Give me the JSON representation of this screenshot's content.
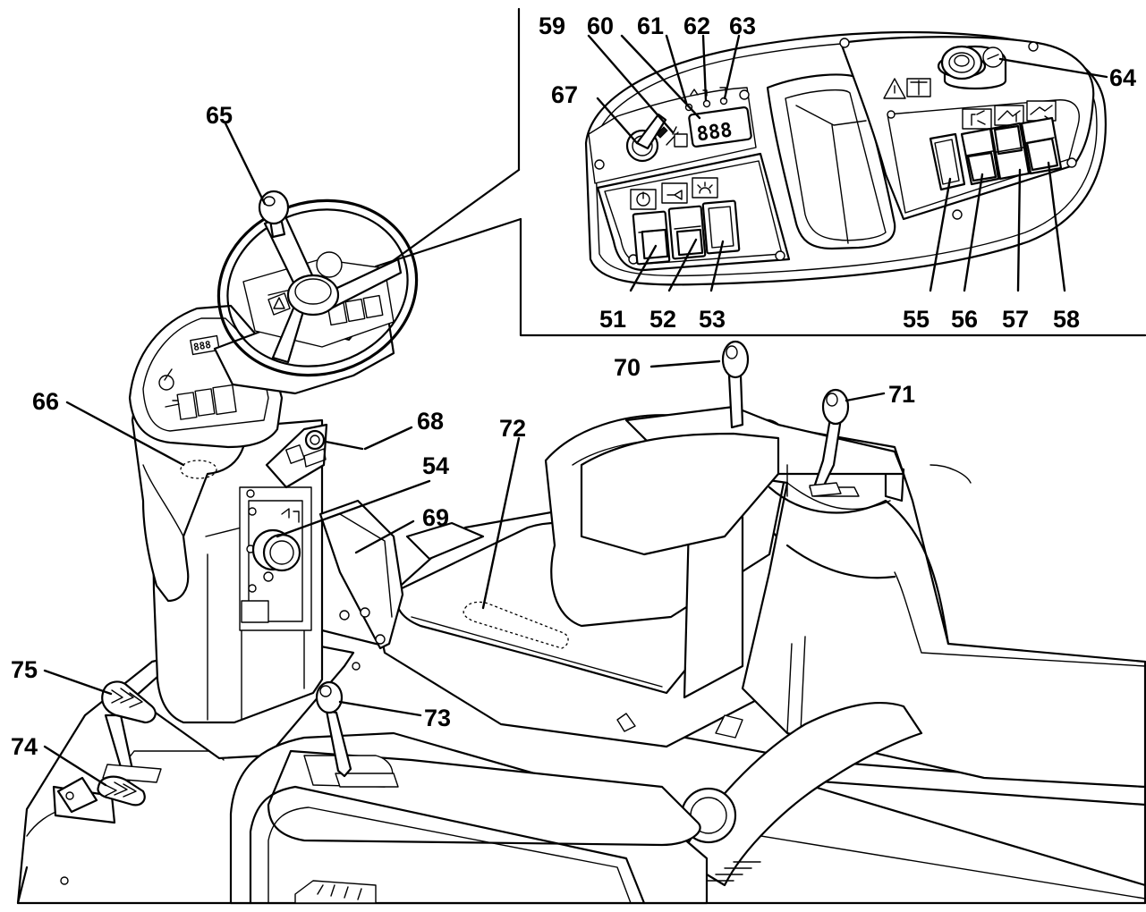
{
  "callouts": [
    {
      "id": "c51",
      "label": "51"
    },
    {
      "id": "c52",
      "label": "52"
    },
    {
      "id": "c53",
      "label": "53"
    },
    {
      "id": "c54",
      "label": "54"
    },
    {
      "id": "c55",
      "label": "55"
    },
    {
      "id": "c56",
      "label": "56"
    },
    {
      "id": "c57",
      "label": "57"
    },
    {
      "id": "c58",
      "label": "58"
    },
    {
      "id": "c59",
      "label": "59"
    },
    {
      "id": "c60",
      "label": "60"
    },
    {
      "id": "c61",
      "label": "61"
    },
    {
      "id": "c62",
      "label": "62"
    },
    {
      "id": "c63",
      "label": "63"
    },
    {
      "id": "c64",
      "label": "64"
    },
    {
      "id": "c65",
      "label": "65"
    },
    {
      "id": "c66",
      "label": "66"
    },
    {
      "id": "c67",
      "label": "67"
    },
    {
      "id": "c68",
      "label": "68"
    },
    {
      "id": "c69",
      "label": "69"
    },
    {
      "id": "c70",
      "label": "70"
    },
    {
      "id": "c71",
      "label": "71"
    },
    {
      "id": "c72",
      "label": "72"
    },
    {
      "id": "c73",
      "label": "73"
    },
    {
      "id": "c74",
      "label": "74"
    },
    {
      "id": "c75",
      "label": "75"
    }
  ],
  "display": {
    "digits": "888"
  },
  "icons": {
    "warning": "warning-triangle-icon",
    "manual": "read-manual-icon",
    "key": "ignition-key-icon",
    "horn": "horn-icon",
    "light": "work-light-icon",
    "power": "power-icon",
    "brush": "brush-icon",
    "lift": "lift-icon",
    "filter_shaker": "filter-shaker-icon",
    "emergency_stop": "emergency-stop-icon"
  },
  "colors": {
    "line": "#000000",
    "background": "#ffffff"
  }
}
